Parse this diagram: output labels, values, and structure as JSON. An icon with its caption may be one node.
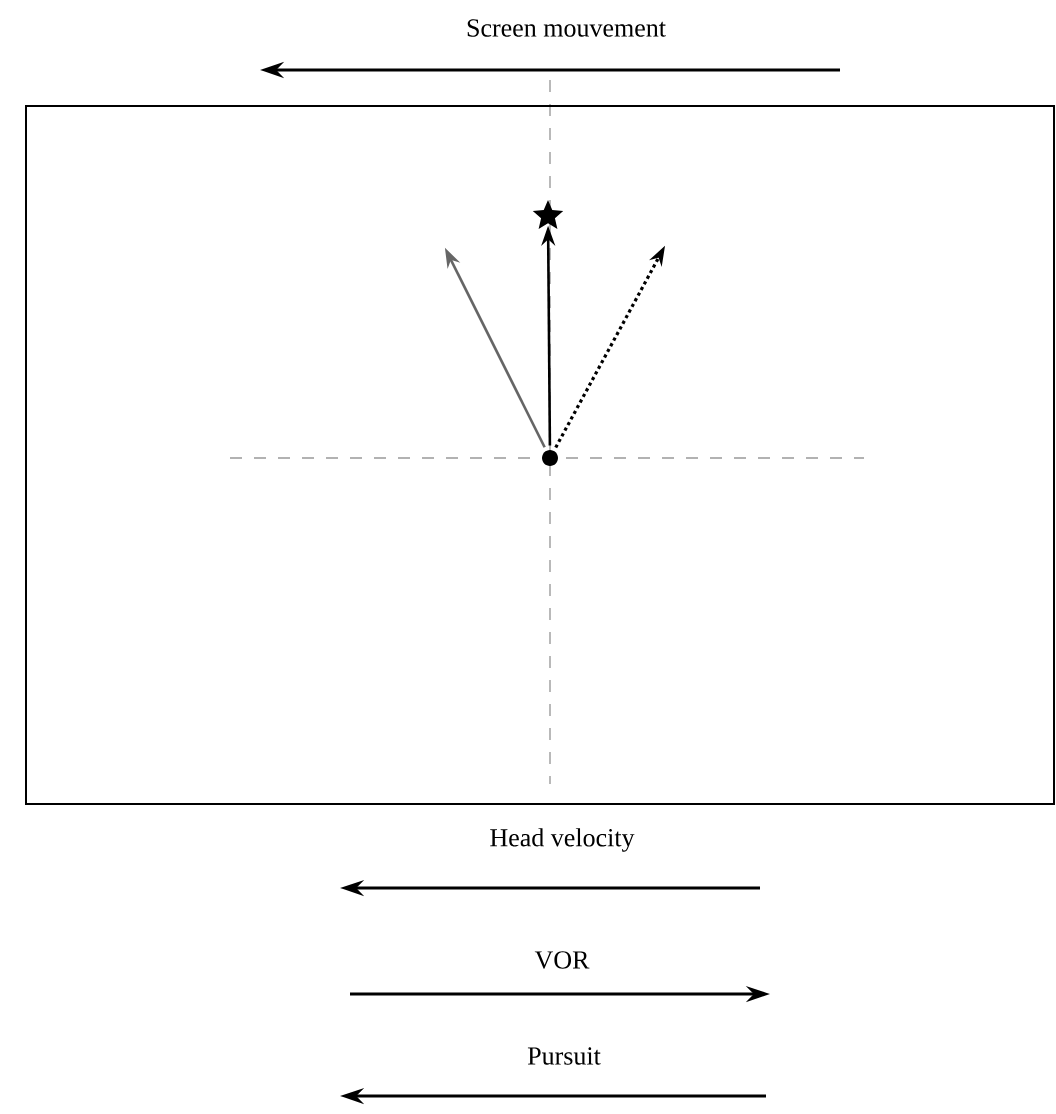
{
  "diagram": {
    "nodes": [
      {
        "text": [],
        "shape": "box"
      },
      {
        "text": [],
        "shape": "circle",
        "in": 0
      },
      {
        "text": [],
        "shape": "star",
        "in": 0
      }
    ],
    "edges": [
      {
        "from": 1,
        "to": 2,
        "arrow": "to"
      },
      {
        "from": 1,
        "to": null,
        "arrow": "to",
        "color": "#666666"
      },
      {
        "from": 1,
        "to": null,
        "arrow": "to",
        "style": "dashed"
      }
    ],
    "labels": [
      "Screen mouvement",
      "Head velocity",
      "VOR",
      "Pursuit"
    ]
  }
}
